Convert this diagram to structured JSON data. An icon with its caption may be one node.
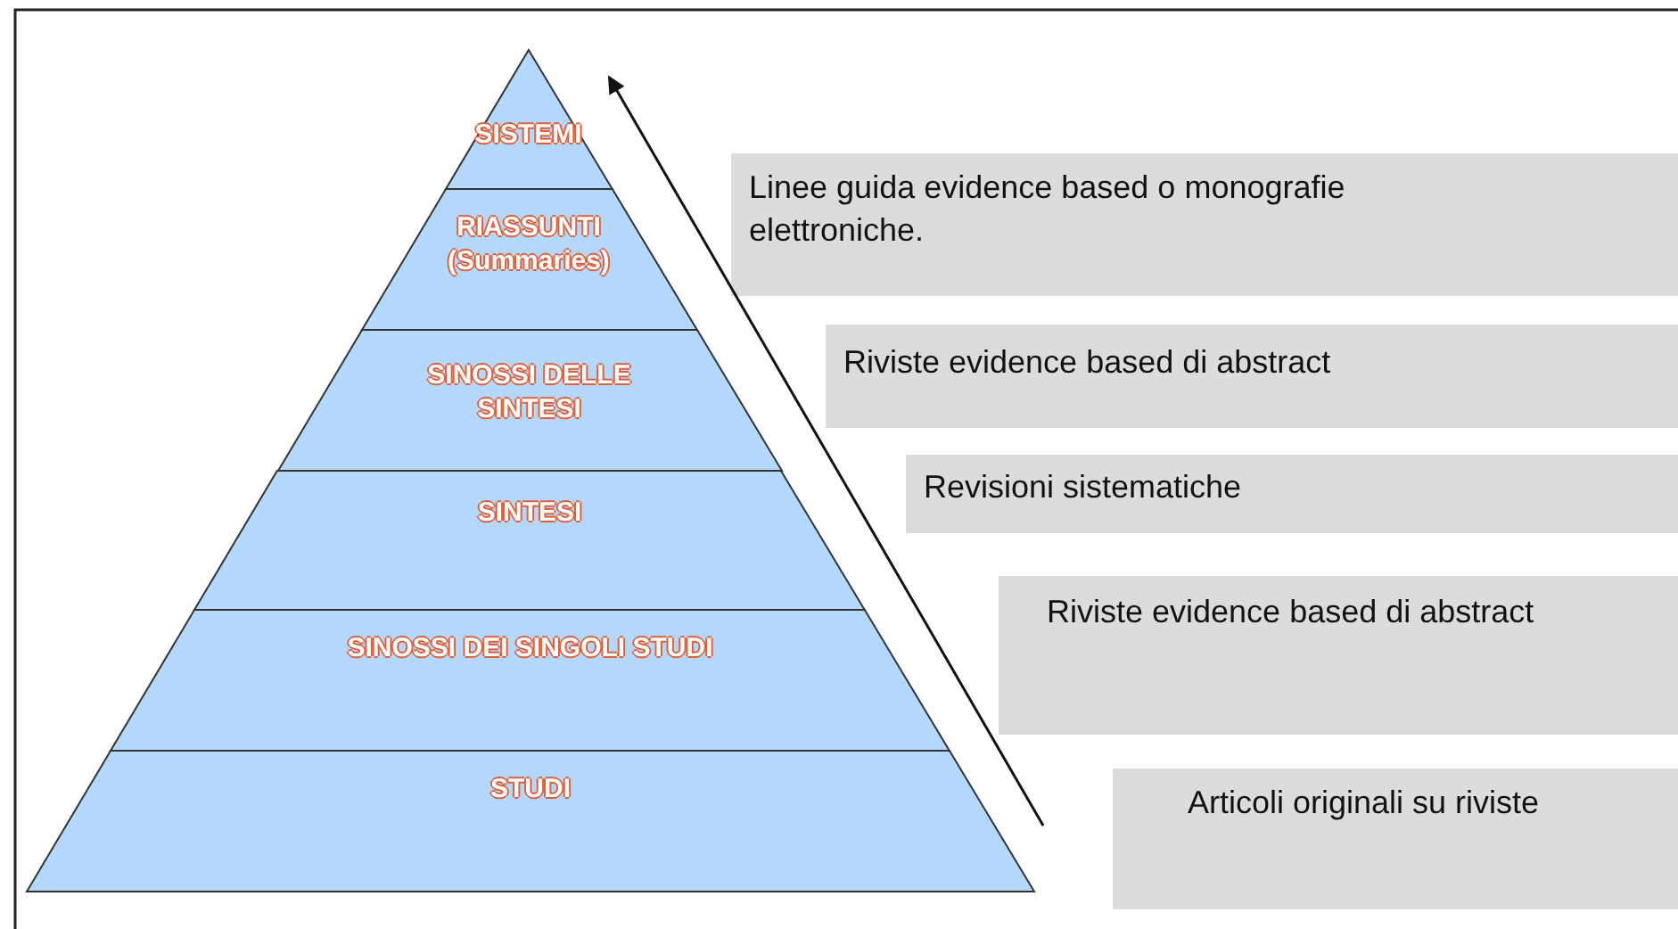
{
  "diagram": {
    "nodes": [
      {
        "text": [
          "SISTEMI"
        ]
      },
      {
        "text": [
          "RIASSUNTI (Summaries)"
        ]
      },
      {
        "text": [
          "SINOSSI DELLE SINTESI"
        ]
      },
      {
        "text": [
          "SINTESI"
        ]
      },
      {
        "text": [
          "SINOSSI DEI SINGOLI STUDI"
        ]
      },
      {
        "text": [
          "STUDI"
        ]
      },
      {
        "text": [
          "Linee guida evidence based  o monografie elettroniche."
        ]
      },
      {
        "text": [
          "Riviste evidence based di abstract"
        ]
      },
      {
        "text": [
          "Revisioni sistematiche"
        ]
      },
      {
        "text": [
          "Riviste evidence based di abstract"
        ]
      },
      {
        "text": [
          "Articoli originali su riviste"
        ]
      }
    ]
  }
}
